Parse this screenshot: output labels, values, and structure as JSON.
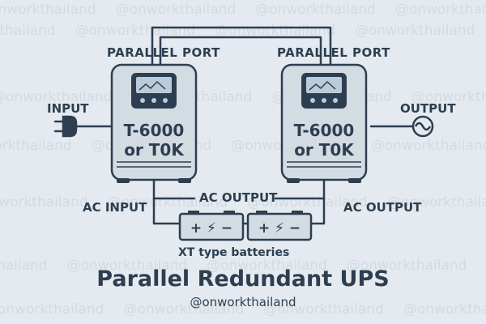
{
  "watermark": {
    "handle": "@onworkthailand"
  },
  "ports": {
    "left": "PARALLEL PORT",
    "right": "PARALLEL PORT"
  },
  "ups_left": {
    "model_line1": "T-6000",
    "model_line2": "or T0K"
  },
  "ups_right": {
    "model_line1": "T-6000",
    "model_line2": "or T0K"
  },
  "labels": {
    "input": "INPUT",
    "output": "OUTPUT",
    "ac_input": "AC INPUT",
    "ac_output_center": "AC OUTPUT",
    "ac_output_right": "AC OUTPUT",
    "batteries": "XT type batteries"
  },
  "battery_symbol": "+ ⚡ −",
  "title": "Parallel Redundant UPS",
  "handle": "@onworkthailand",
  "colors": {
    "background": "#e4eaef",
    "ink": "#2d3e50",
    "ups_body": "#d3dbe3",
    "screen": "#bccbd9",
    "watermark": "#d3dbe2"
  }
}
